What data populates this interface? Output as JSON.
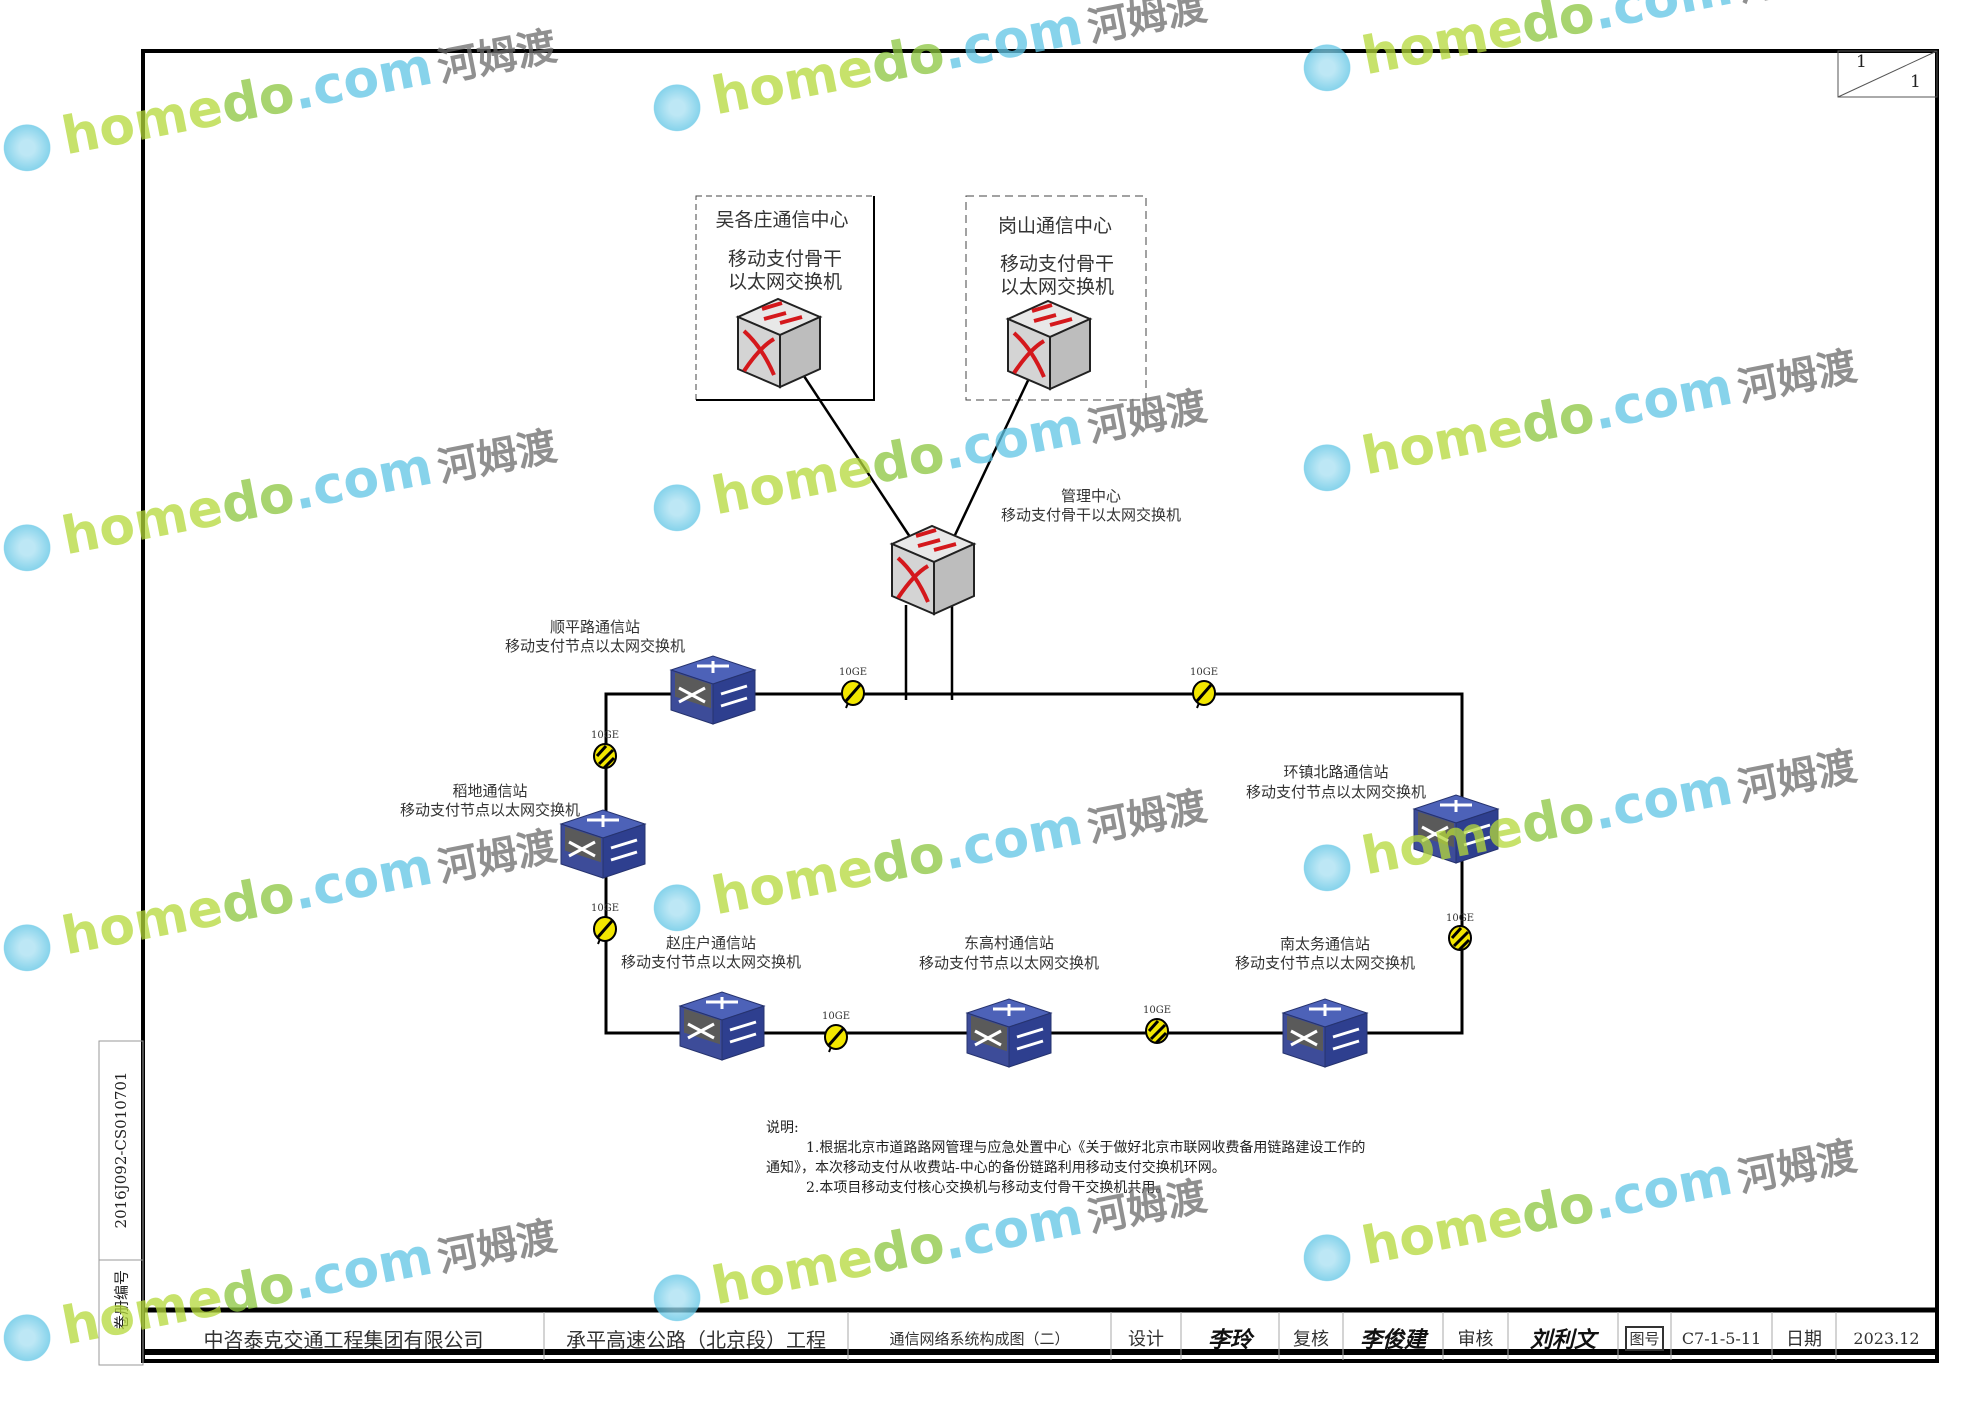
{
  "sheet": {
    "sheet_no": "1",
    "total_sheets": "1"
  },
  "side_strip": {
    "archive_label": "卷册编号",
    "archive_code": "2016J092-CS010701"
  },
  "core_nodes": [
    {
      "center": "吴各庄通信中心",
      "device_line1": "移动支付骨干",
      "device_line2": "以太网交换机"
    },
    {
      "center": "岗山通信中心",
      "device_line1": "移动支付骨干",
      "device_line2": "以太网交换机"
    }
  ],
  "management": {
    "center": "管理中心",
    "device": "移动支付骨干以太网交换机"
  },
  "ring_nodes": [
    {
      "station": "顺平路通信站",
      "device": "移动支付节点以太网交换机"
    },
    {
      "station": "稻地通信站",
      "device": "移动支付节点以太网交换机"
    },
    {
      "station": "赵庄户通信站",
      "device": "移动支付节点以太网交换机"
    },
    {
      "station": "东高村通信站",
      "device": "移动支付节点以太网交换机"
    },
    {
      "station": "南太务通信站",
      "device": "移动支付节点以太网交换机"
    },
    {
      "station": "环镇北路通信站",
      "device": "移动支付节点以太网交换机"
    }
  ],
  "links": [
    "10GE",
    "10GE",
    "10GE",
    "10GE",
    "10GE",
    "10GE",
    "10GE"
  ],
  "notes": {
    "title": "说明:",
    "item1_line1": "1.根据北京市道路路网管理与应急处置中心《关于做好北京市联网收费备用链路建设工作的",
    "item1_line2": "通知》，本次移动支付从收费站-中心的备份链路利用移动支付交换机环网。",
    "item2": "2.本项目移动支付核心交换机与移动支付骨干交换机共用。"
  },
  "title_block": {
    "company": "中咨泰克交通工程集团有限公司",
    "project": "承平高速公路（北京段）工程",
    "drawing_title": "通信网络系统构成图（二）",
    "design_label": "设计",
    "designer": "李玲",
    "review_label": "复核",
    "reviewer": "李俊建",
    "approve_label": "审核",
    "approver": "刘利文",
    "drawing_no_label": "图号",
    "drawing_no": "C7-1-5-11",
    "date_label": "日期",
    "date": "2023.12"
  },
  "watermark": {
    "part1": "home",
    "part2": "do",
    "part3": ".com",
    "part4": "河姆渡"
  },
  "colors": {
    "switch_blue": "#2e3f8f",
    "link_yellow": "#f2e600",
    "arrow_red": "#d4181c"
  }
}
